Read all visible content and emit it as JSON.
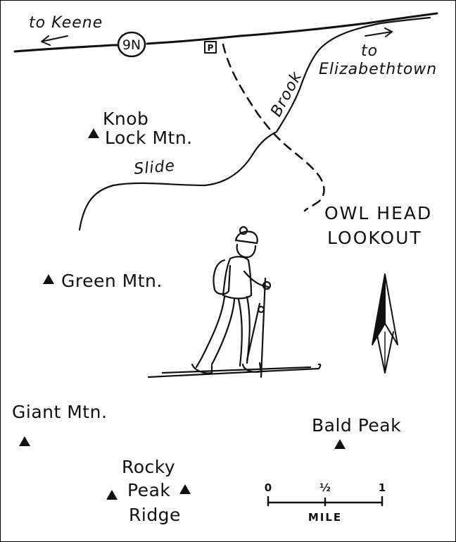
{
  "roads": {
    "route_label": "9N",
    "to_keene": "to Keene",
    "to_elizabethtown_1": "to",
    "to_elizabethtown_2": "Elizabethtown"
  },
  "parking": {
    "label": "P"
  },
  "features": {
    "brook": "Brook",
    "slide": "Slide"
  },
  "peaks": {
    "knob_lock_1": "Knob",
    "knob_lock_2": "Lock Mtn.",
    "green": "Green Mtn.",
    "giant": "Giant Mtn.",
    "bald": "Bald Peak",
    "rocky_1": "Rocky",
    "rocky_2": "Peak",
    "rocky_3": "Ridge"
  },
  "destination": {
    "line1": "OWL HEAD",
    "line2": "LOOKOUT"
  },
  "scale": {
    "tick_0": "0",
    "tick_half": "½",
    "tick_1": "1",
    "unit": "MILE"
  },
  "colors": {
    "ink": "#111111",
    "paper": "#ffffff"
  },
  "icons": [
    "peak-triangle-icon",
    "north-arrow-icon",
    "parking-icon",
    "skier-illustration"
  ]
}
